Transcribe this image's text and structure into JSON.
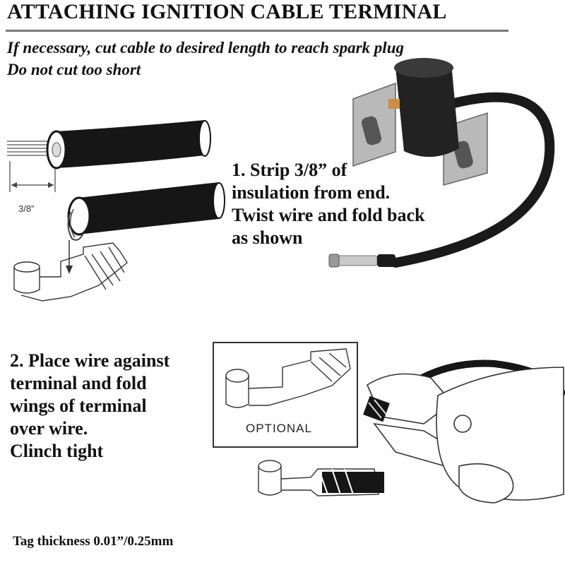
{
  "header": {
    "title": "ATTACHING IGNITION CABLE TERMINAL",
    "subtitle_line1": "If necessary, cut cable to desired length to reach spark plug",
    "subtitle_line2": "Do not cut too short"
  },
  "step1": {
    "lines": [
      "1. Strip 3/8” of",
      "insulation from end.",
      "Twist wire and fold back",
      "as shown"
    ]
  },
  "step2": {
    "lines": [
      "2. Place wire against",
      "terminal and fold",
      "wings of terminal",
      "over wire.",
      "Clinch tight"
    ]
  },
  "diagram": {
    "dimension_label": "3/8”",
    "optional_label": "OPTIONAL"
  },
  "footer": {
    "tag_thickness": "Tag thickness 0.01”/0.25mm"
  },
  "colors": {
    "cable": "#1a1a1a",
    "coil_metal": "#b9b9b9",
    "rule": "#7a7a7a"
  }
}
